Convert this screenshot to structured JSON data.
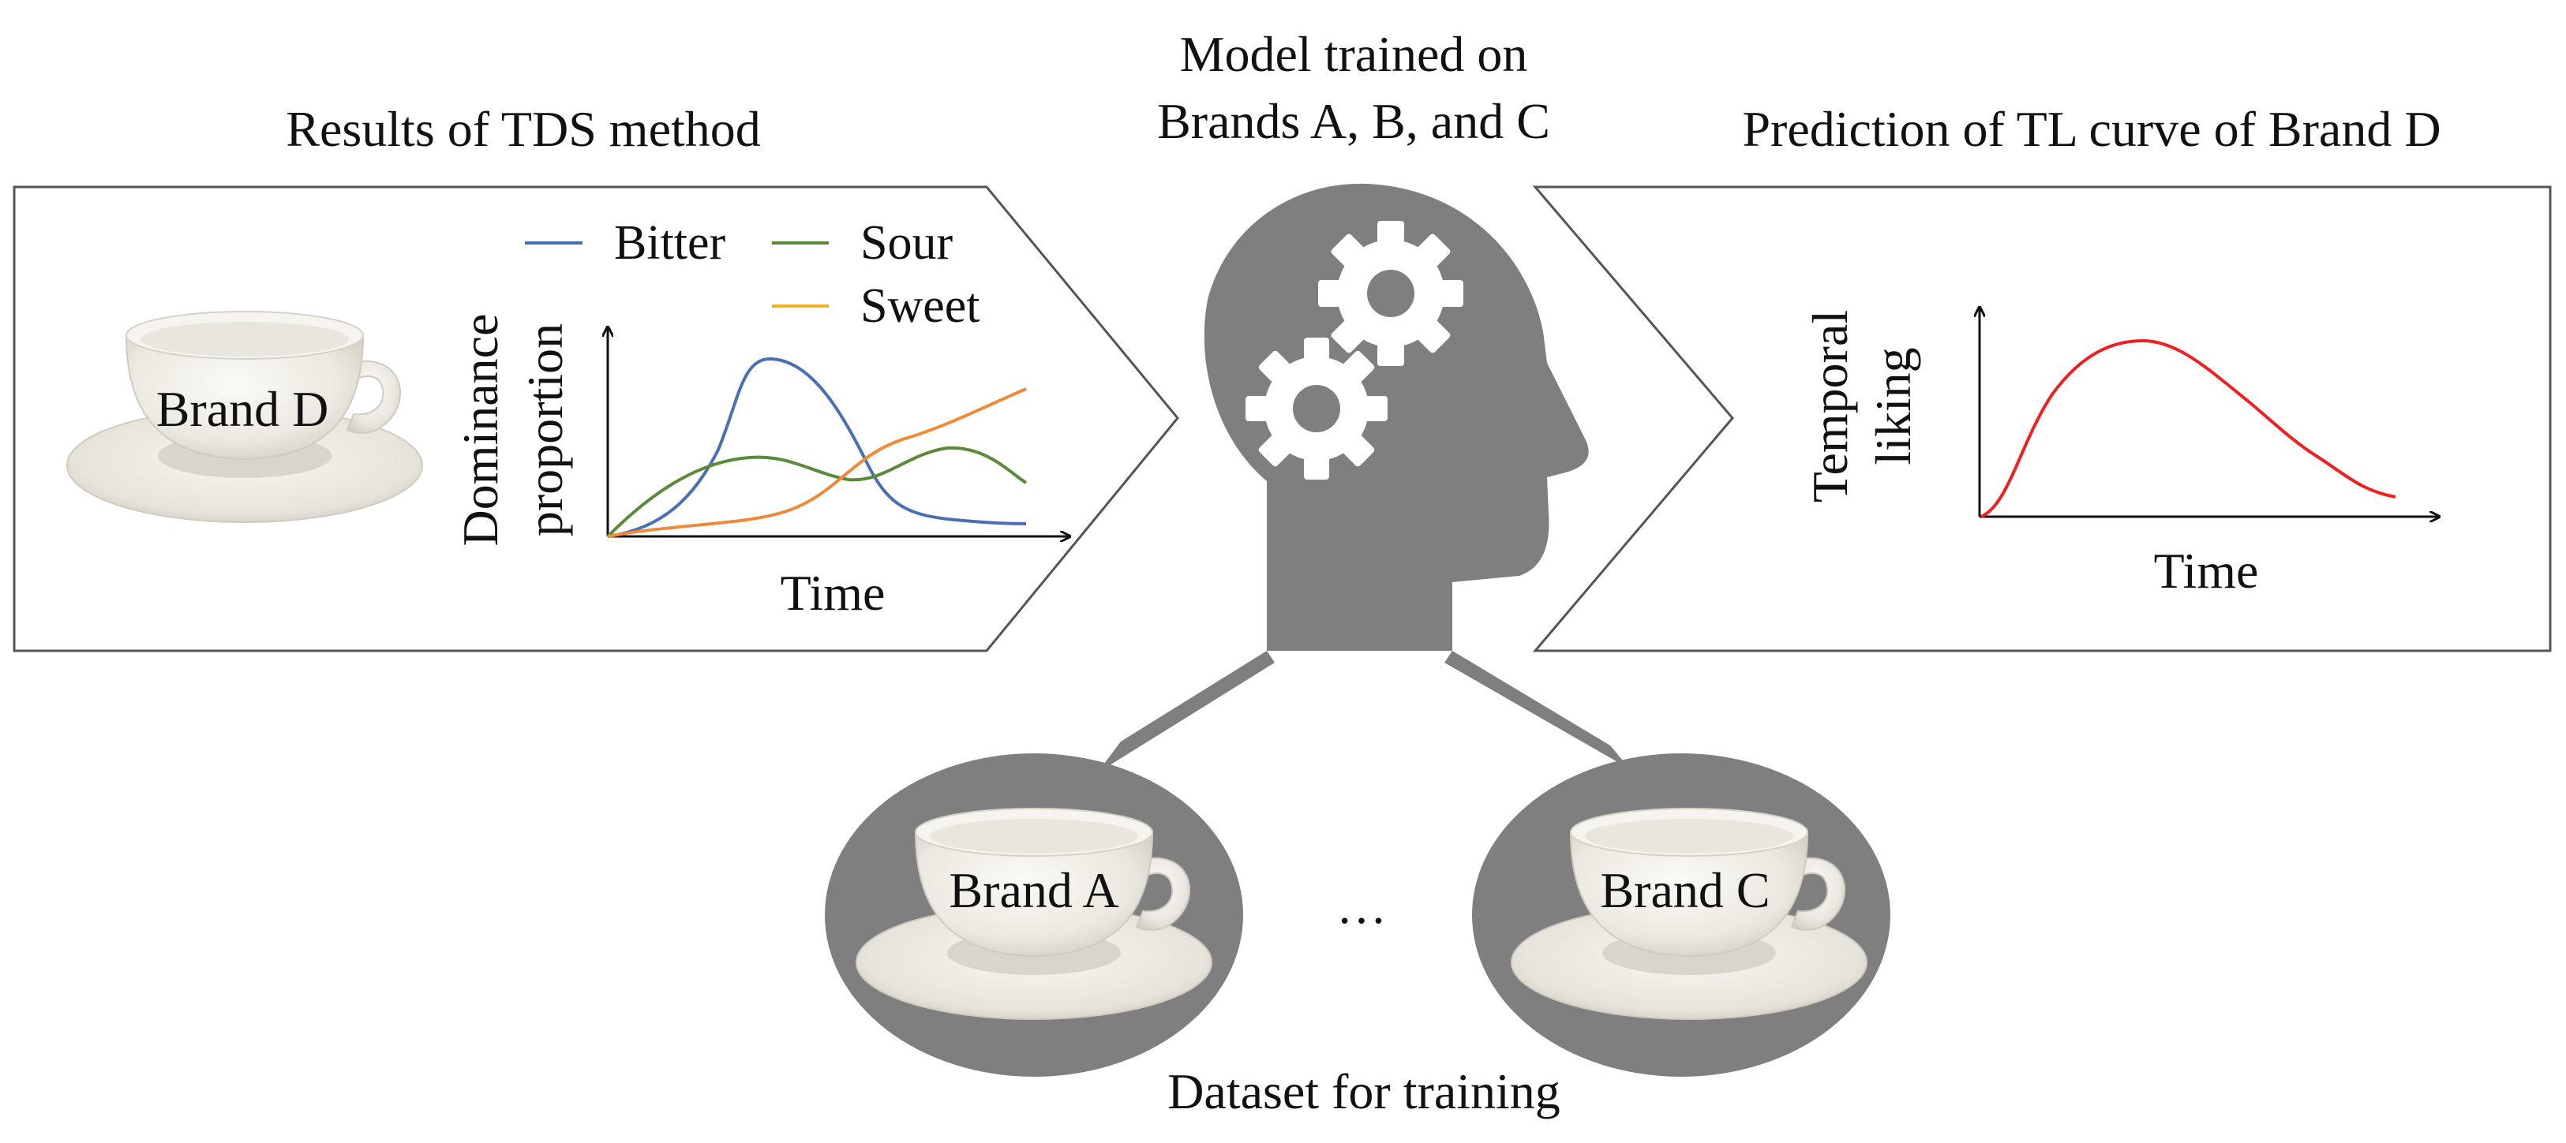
{
  "left_panel": {
    "title": "Results of TDS method",
    "cup_label": "Brand D",
    "chart": {
      "ylabel_line1": "Dominance",
      "ylabel_line2": "proportion",
      "xlabel": "Time",
      "legend": [
        {
          "name": "Bitter",
          "color": "#4a6fb5"
        },
        {
          "name": "Sour",
          "color": "#5a8a3a"
        },
        {
          "name": "Sweet",
          "color": "#f0b429"
        }
      ],
      "orange_curve_color": "#ee8a3a"
    }
  },
  "center": {
    "title_line1": "Model trained on",
    "title_line2": "Brands A, B, and C",
    "head_color": "#7f7f7f",
    "icons": [
      "brain-head-icon",
      "gear-icon",
      "gear-icon"
    ],
    "dataset_caption": "Dataset for training",
    "brand_a_label": "Brand A",
    "brand_c_label": "Brand C",
    "ellipsis": "…"
  },
  "right_panel": {
    "title": "Prediction of TL curve of Brand D",
    "chart": {
      "ylabel_line1": "Temporal",
      "ylabel_line2": "liking",
      "xlabel": "Time",
      "curve_color": "#ee2020"
    }
  }
}
